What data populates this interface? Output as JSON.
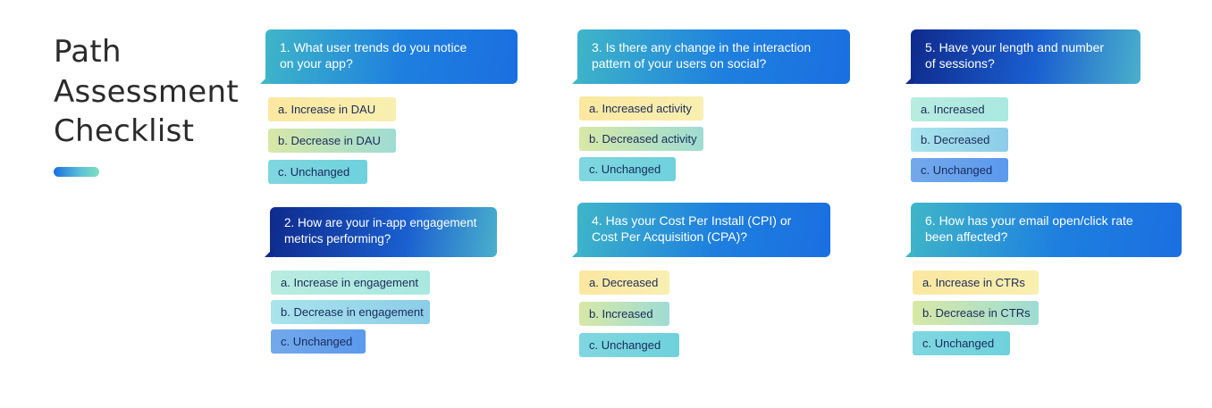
{
  "title": {
    "line1": "Path",
    "line2": "Assessment",
    "line3": "Checklist"
  },
  "questions": [
    {
      "line1": "1. What user trends do you notice",
      "line2": "on your app?",
      "options": [
        "a. Increase in DAU",
        "b. Decrease in DAU",
        "c. Unchanged"
      ]
    },
    {
      "line1": "2. How are your in-app engagement",
      "line2": "metrics performing?",
      "options": [
        "a. Increase in engagement",
        "b. Decrease in engagement",
        "c. Unchanged"
      ]
    },
    {
      "line1": "3. Is there any change in the interaction",
      "line2": "pattern of your users on social?",
      "options": [
        "a. Increased activity",
        "b. Decreased activity",
        "c. Unchanged"
      ]
    },
    {
      "line1": "4. Has your Cost Per Install (CPI) or",
      "line2": "Cost Per Acquisition (CPA)?",
      "options": [
        "a. Decreased",
        "b. Increased",
        "c. Unchanged"
      ]
    },
    {
      "line1": "5. Have your length and number",
      "line2": "of sessions?",
      "options": [
        "a. Increased",
        "b. Decreased",
        "c. Unchanged"
      ]
    },
    {
      "line1": "6. How has your email open/click rate",
      "line2": "been affected?",
      "options": [
        "a. Increase in CTRs",
        "b. Decrease in CTRs",
        "c. Unchanged"
      ]
    }
  ]
}
